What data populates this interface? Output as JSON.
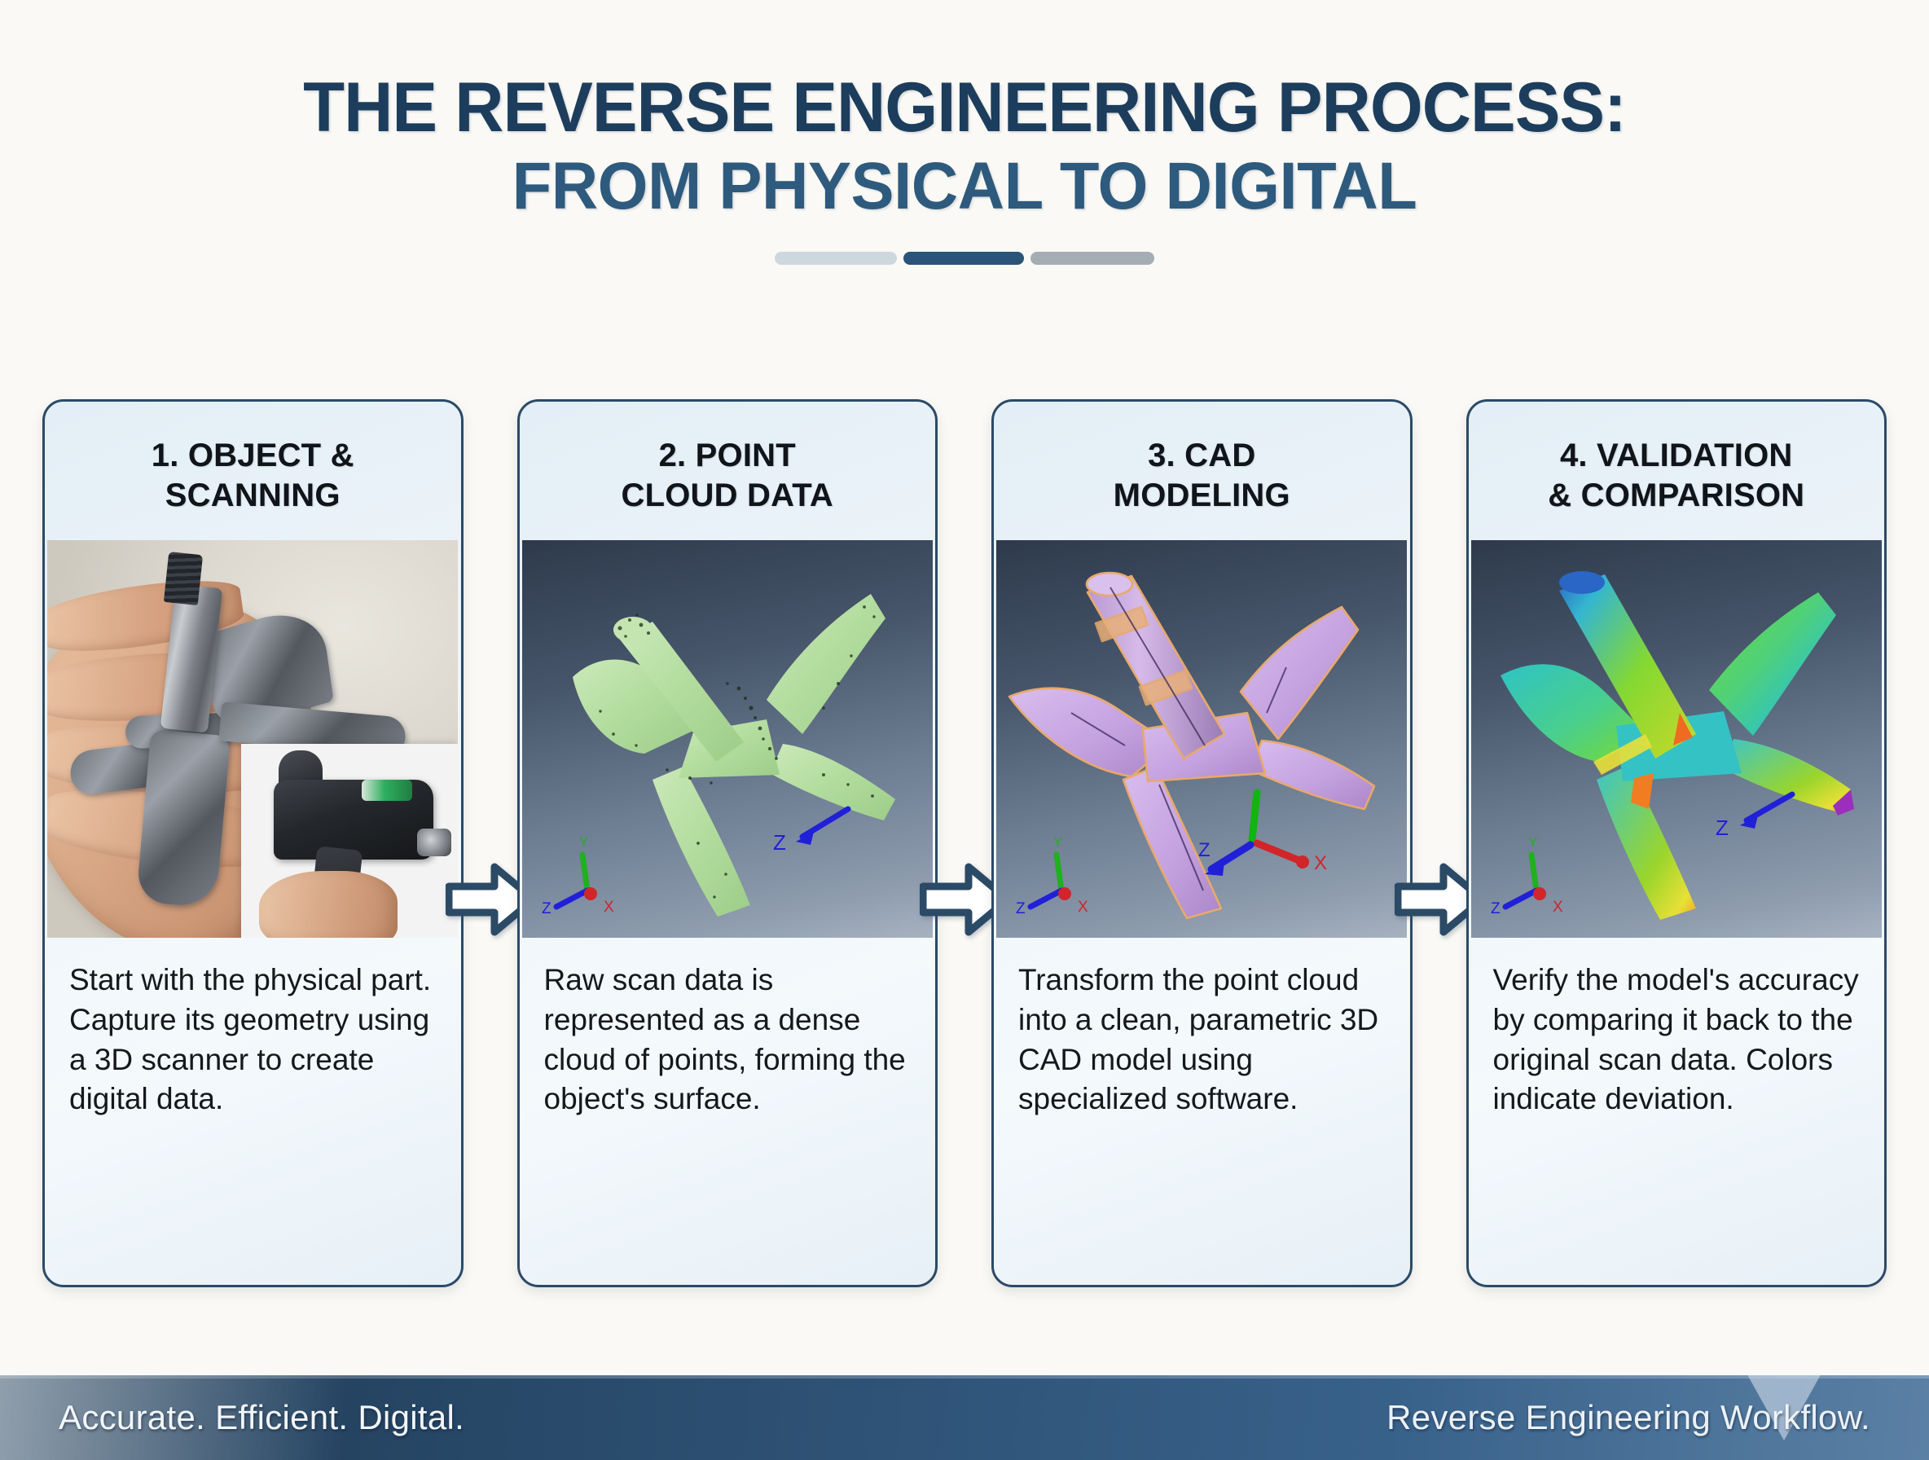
{
  "header": {
    "title_line_1": "THE REVERSE ENGINEERING PROCESS:",
    "title_line_2": "FROM PHYSICAL TO DIGITAL",
    "divider_colors": [
      "#cdd7de",
      "#2a5479",
      "#a5adb4"
    ]
  },
  "colors": {
    "page_background": "#faf9f5",
    "title_primary": "#1d3d5c",
    "title_secondary": "#2e5a7d",
    "card_border": "#2b4a66",
    "card_fill_start": "#e3eef6",
    "card_fill_end": "#f4f9fc",
    "arrow_fill": "#ffffff",
    "arrow_outline": "#2b4a66",
    "footer_start": "#254462",
    "footer_end": "#5b80a4",
    "point_cloud_green": "#b2dc9e",
    "cad_purple": "#c8a7e0",
    "cad_edge_orange": "#e8a96a",
    "deviation_cyan": "#35c2c4",
    "deviation_green": "#5fd23a",
    "deviation_yellow": "#e8e037",
    "deviation_orange": "#f07d22",
    "axis_x": "#d0262a",
    "axis_y": "#20b020",
    "axis_z": "#2020d8"
  },
  "steps": [
    {
      "title": "1. OBJECT &\nSCANNING",
      "title_line_1": "1. OBJECT &",
      "title_line_2": "SCANNING",
      "media_kind": "photograph",
      "media_description": "Hand holding a metal impeller part, with an inset photo of a handheld 3D scanner",
      "body": "Start with the physical part. Capture its geometry using a 3D scanner to create digital data."
    },
    {
      "title": "2. POINT\nCLOUD DATA",
      "title_line_1": "2. POINT",
      "title_line_2": "CLOUD DATA",
      "media_kind": "3d-viewport",
      "media_description": "Green point-cloud scan of the impeller on a blue-grey gradient background",
      "axis_labels": [
        "Y",
        "Z",
        "X"
      ],
      "callout_label": "Z",
      "body": "Raw scan data is represented as a dense cloud of points, forming the object's surface."
    },
    {
      "title": "3. CAD\nMODELING",
      "title_line_1": "3. CAD",
      "title_line_2": "MODELING",
      "media_kind": "3d-viewport",
      "media_description": "Lavender parametric CAD solid model of the impeller with orange highlighted edges",
      "axis_labels": [
        "Y",
        "Z",
        "X"
      ],
      "callout_labels": [
        "Z",
        "X"
      ],
      "body": "Transform the point cloud into a clean, parametric 3D CAD model using specialized software."
    },
    {
      "title": "4. VALIDATION\n& COMPARISON",
      "title_line_1": "4. VALIDATION",
      "title_line_2": "& COMPARISON",
      "media_kind": "3d-viewport",
      "media_description": "Colour deviation map of the impeller: cyan body with green, yellow and orange deviation zones",
      "axis_labels": [
        "Y",
        "Z",
        "X"
      ],
      "callout_label": "Z",
      "body": "Verify the model's accuracy by comparing it back to the original scan data. Colors indicate deviation."
    }
  ],
  "connectors": {
    "icon": "right-arrow-icon",
    "count": 3
  },
  "footer": {
    "tagline": "Accurate. Efficient. Digital.",
    "label": "Reverse Engineering Workflow."
  }
}
